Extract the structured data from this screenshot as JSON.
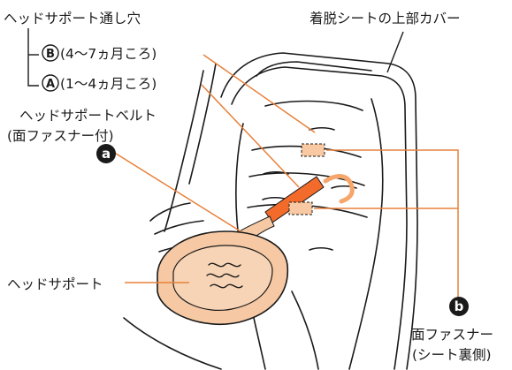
{
  "labels": {
    "head_support_hole": "ヘッドサポート通し穴",
    "hole_b_letter": "B",
    "hole_b_text": "(4〜7ヵ月ころ)",
    "hole_a_letter": "A",
    "hole_a_text": "(1〜4ヵ月ころ)",
    "belt_line1": "ヘッドサポートベルト",
    "belt_line2": "(面ファスナー付)",
    "cover": "着脱シートの上部カバー",
    "head_support": "ヘッドサポート",
    "fastener_line1": "面ファスナー",
    "fastener_line2": "(シート裏側)"
  },
  "badges": {
    "a": "a",
    "b": "b"
  },
  "colors": {
    "leader_line": "#e8803a",
    "belt": "#f26b2a",
    "head_support_fill": "#f6c9a4",
    "outline": "#1a1a1a",
    "fastener_patch": "#f8c9a2"
  }
}
